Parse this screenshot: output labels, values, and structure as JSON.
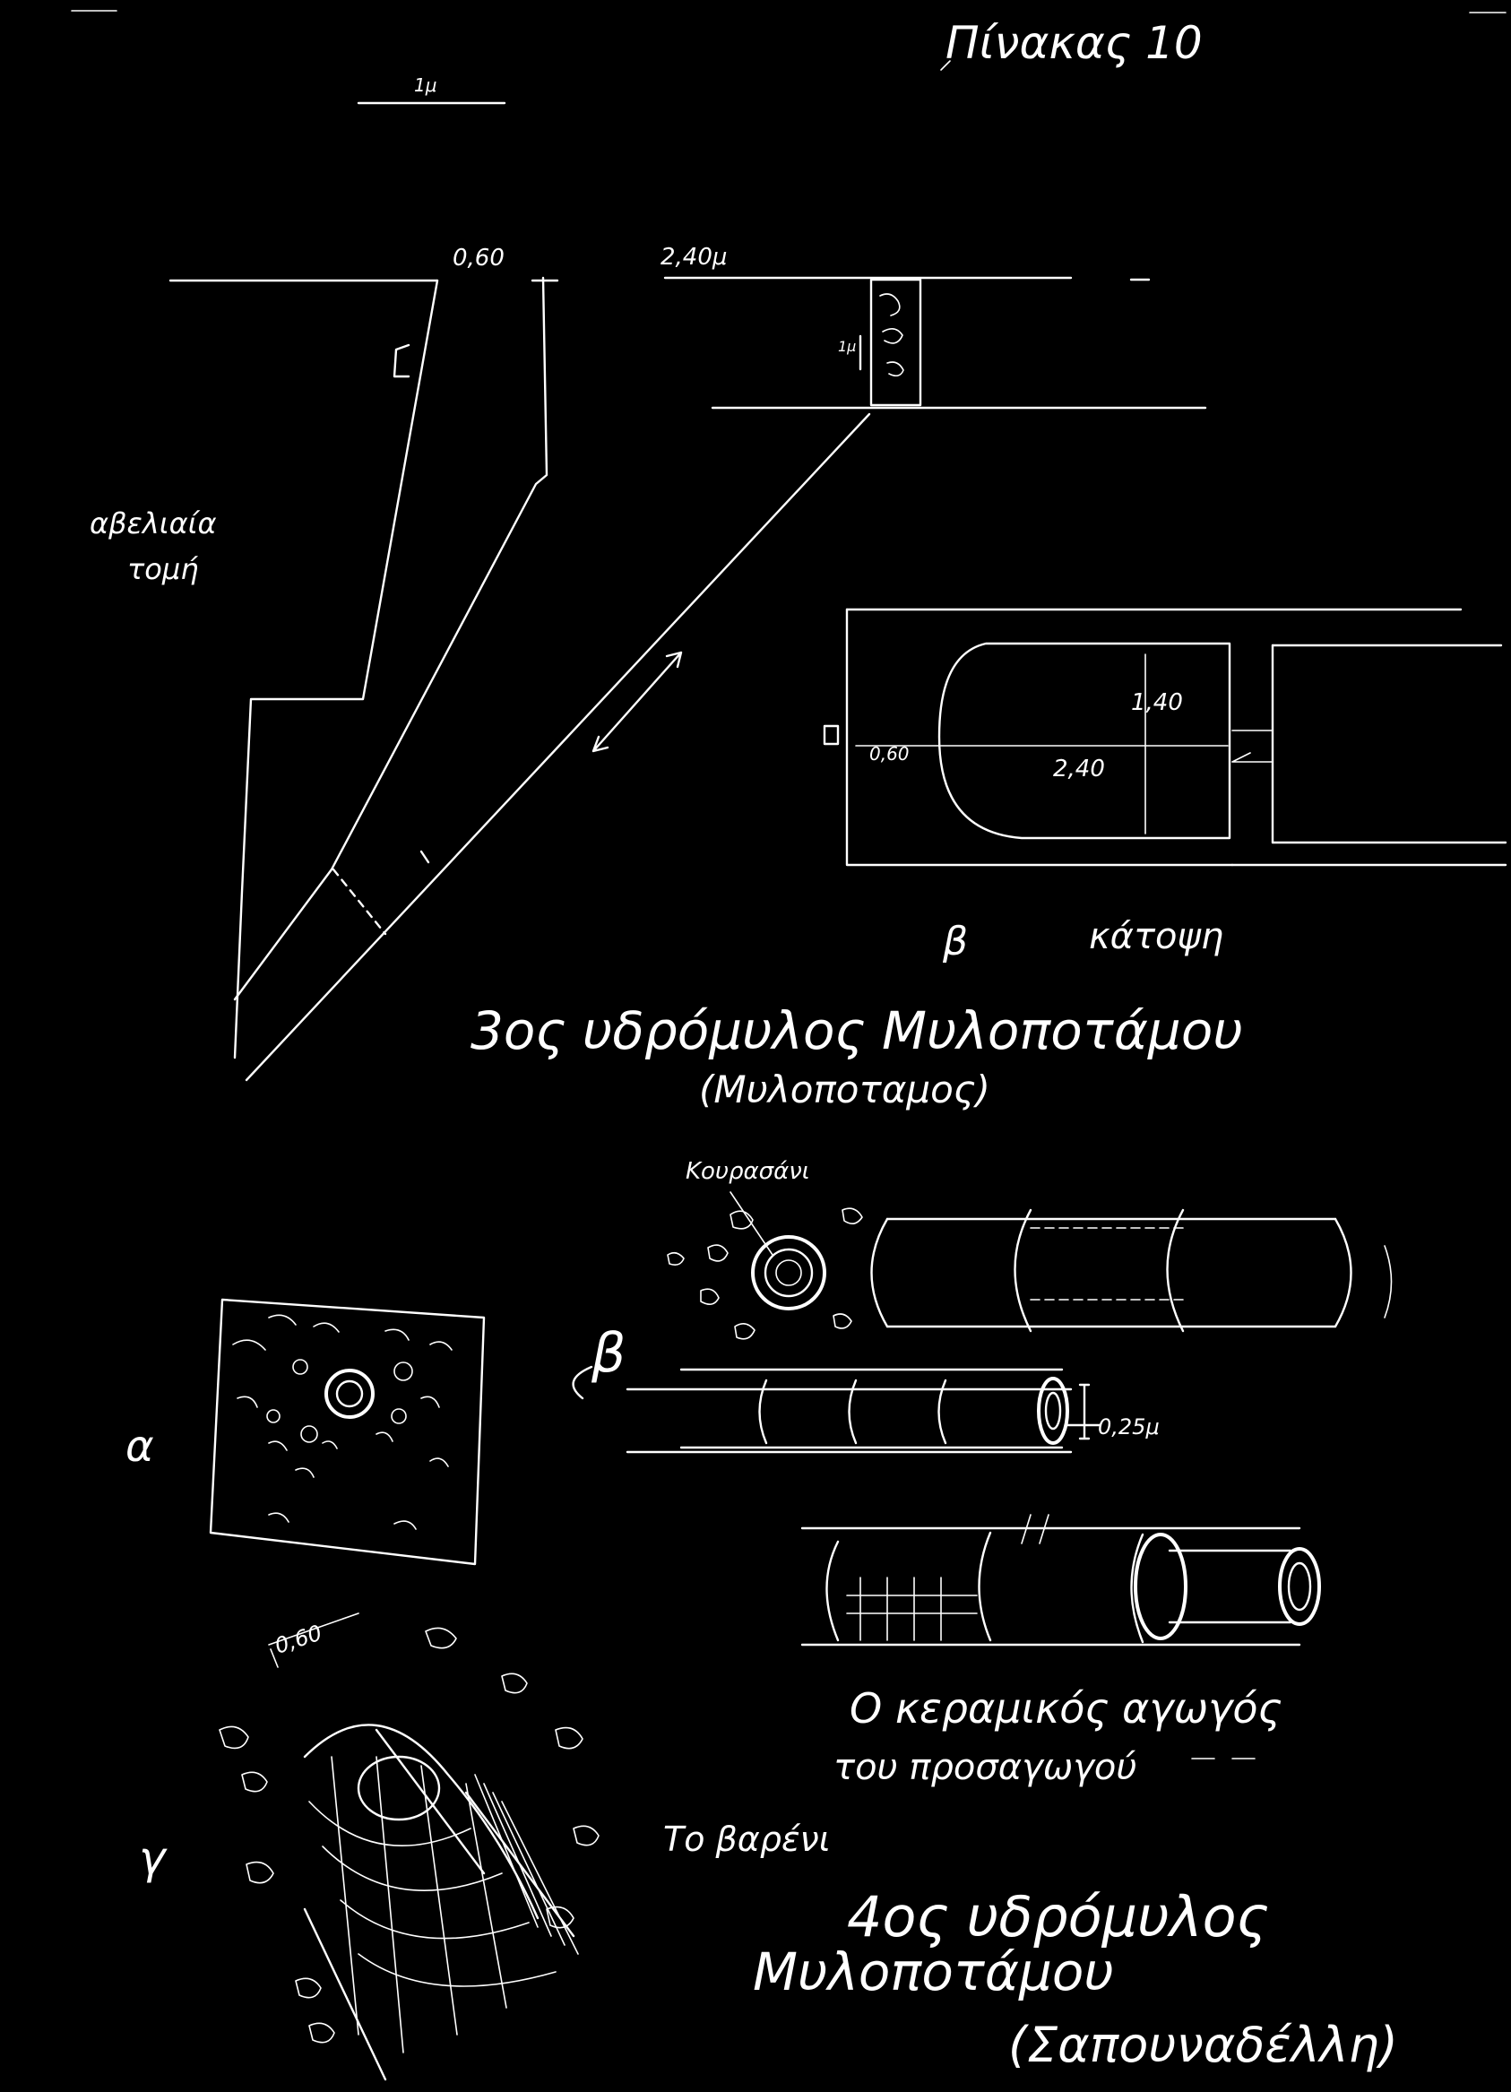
{
  "sheet": {
    "title": "Πίνακας 10",
    "scale_label": "1μ"
  },
  "section": {
    "label_line1": "αβελιαία",
    "label_line2": "τομή",
    "dim_thickness": "0,60",
    "dim_depth": "2,40μ",
    "dim_height": "1μ"
  },
  "plan": {
    "label": "κάτοψη",
    "letter": "β",
    "dim_width": "0,60",
    "dim_length": "2,40",
    "dim_side": "1,40"
  },
  "caption_3": {
    "line1": "3ος υδρόμυλος Μυλοποτάμου",
    "line2": "(Μυλοποταμος)"
  },
  "details": {
    "kourasani": "Κουρασάνι",
    "label_a": "α",
    "label_b": "β",
    "label_c": "γ",
    "dim_pipe": "0,25μ",
    "dim_chute": "0,60"
  },
  "caption_pipe": {
    "line1": "Ο κεραμικός αγωγός",
    "line2": "του προσαγωγού"
  },
  "caption_4": {
    "prefix": "Το βαρένι",
    "line1": "4ος υδρόμυλος",
    "line2": "Μυλοποτάμου",
    "line3": "(Σαπουναδέλλη)"
  }
}
